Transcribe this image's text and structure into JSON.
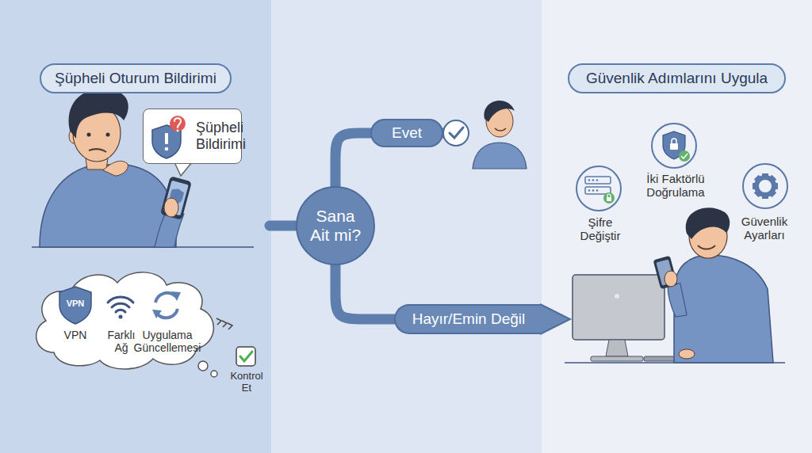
{
  "diagram": {
    "nodes": [
      {
        "text": [
          "Şüpheli Oturum Bildirimi"
        ]
      },
      {
        "text": [
          "Şüpheli Bildirimi"
        ]
      },
      {
        "text": [
          "VPN",
          "Farklı Ağ",
          "Uygulama Güncellemesi"
        ]
      },
      {
        "text": [
          "Sana Ait mi?"
        ]
      },
      {
        "text": [
          "Evet"
        ]
      },
      {
        "text": [
          "Hayır/Emin Değil"
        ]
      },
      {
        "text": [
          "Güvenlik Adımlarını Uygula"
        ]
      }
    ],
    "edges": [
      {
        "from": 3,
        "to": 4,
        "arrow": "none"
      },
      {
        "from": 3,
        "to": 5,
        "arrow": "none"
      }
    ],
    "labels": [
      "VPN",
      "Kontrol Et",
      "Şifre Değiştir",
      "İki Faktörlü Doğrulama",
      "Güvenlik Ayarları"
    ]
  }
}
